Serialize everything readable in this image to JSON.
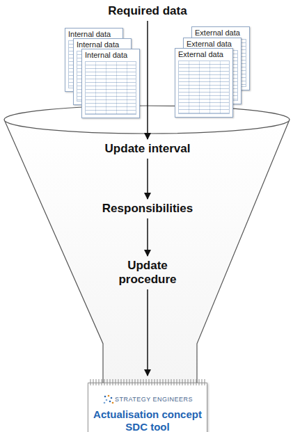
{
  "diagram": {
    "nodes": [
      {
        "text": [
          "Required data"
        ]
      },
      {
        "text": [
          "Internal data"
        ]
      },
      {
        "text": [
          "Internal data"
        ]
      },
      {
        "text": [
          "Internal data"
        ]
      },
      {
        "text": [
          "External data"
        ]
      },
      {
        "text": [
          "External data"
        ]
      },
      {
        "text": [
          "External data"
        ]
      },
      {
        "text": [
          "Update interval"
        ]
      },
      {
        "text": [
          "Responsibilities"
        ]
      },
      {
        "text": [
          "Update procedure"
        ]
      },
      {
        "text": [
          "STRATEGY ENGINEERS",
          "Actualisation concept SDC tool"
        ]
      }
    ],
    "edges": [
      {
        "from": 0,
        "to": 7,
        "arrow": "to"
      },
      {
        "from": 7,
        "to": 8,
        "arrow": "to"
      },
      {
        "from": 8,
        "to": 9,
        "arrow": "to"
      },
      {
        "from": 9,
        "to": 10,
        "arrow": "to"
      }
    ]
  }
}
